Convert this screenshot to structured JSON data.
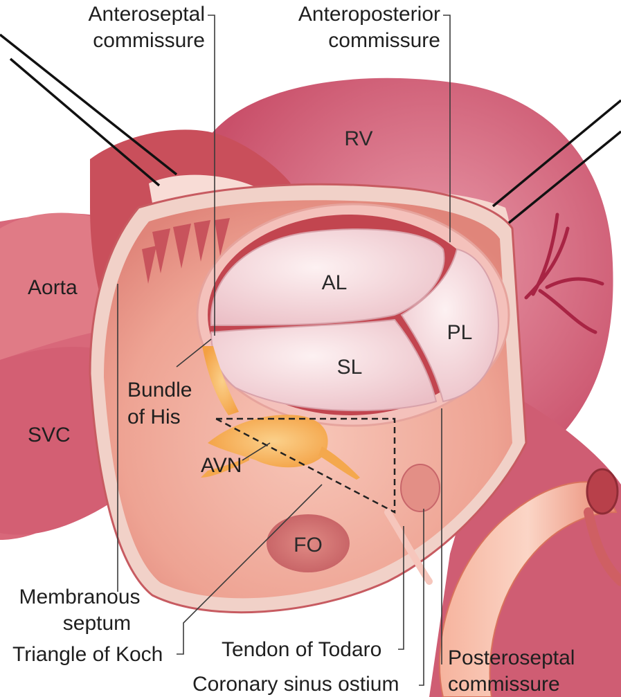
{
  "diagram": {
    "labels": {
      "anteroseptal_line1": "Anteroseptal",
      "anteroseptal_line2": "commissure",
      "anteroposterior_line1": "Anteroposterior",
      "anteroposterior_line2": "commissure",
      "rv": "RV",
      "aorta": "Aorta",
      "al": "AL",
      "pl": "PL",
      "sl": "SL",
      "bundle_line1": "Bundle",
      "bundle_line2": "of His",
      "svc": "SVC",
      "avn": "AVN",
      "fo": "FO",
      "membranous_line1": "Membranous",
      "membranous_line2": "septum",
      "koch": "Triangle of Koch",
      "todaro": "Tendon of Todaro",
      "coronary": "Coronary sinus ostium",
      "posteroseptal_line1": "Posteroseptal",
      "posteroseptal_line2": "commissure"
    },
    "colors": {
      "ventricle": "#d46a7f",
      "atrium_wall": "#d9707a",
      "atrium_inner": "#f2b2a6",
      "leaflet": "#f7dde0",
      "node": "#f6a94a",
      "coronary_tube": "#f29a84",
      "vessel_dark": "#b9374f"
    }
  }
}
